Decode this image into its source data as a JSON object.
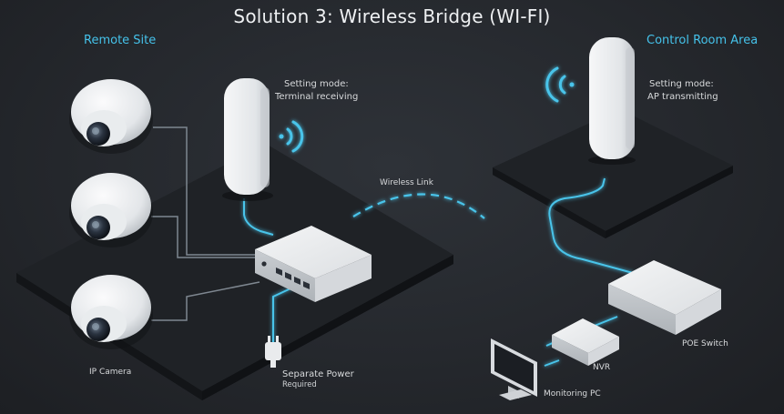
{
  "title": "Solution 3: Wireless Bridge (WI-FI)",
  "colors": {
    "accent": "#45c2ea",
    "background": "#24272c",
    "platform": "#1b1d21",
    "device": "#e8eaec"
  },
  "labels": {
    "remote_site": "Remote Site",
    "control_room": "Control Room Area",
    "left_mode_title": "Setting mode:",
    "left_mode_value": "Terminal receiving",
    "right_mode_title": "Setting mode:",
    "right_mode_value": "AP transmitting",
    "wireless_link": "Wireless Link",
    "ip_camera": "IP Camera",
    "separate_power": "Separate Power",
    "required": "Required",
    "poe_switch": "POE Switch",
    "nvr": "NVR",
    "monitoring_pc": "Monitoring PC"
  },
  "icons": [
    "dome-camera-icon",
    "outdoor-cpe-icon",
    "wifi-signal-icon",
    "poe-switch-icon",
    "power-plug-icon",
    "nvr-icon",
    "monitor-icon"
  ]
}
